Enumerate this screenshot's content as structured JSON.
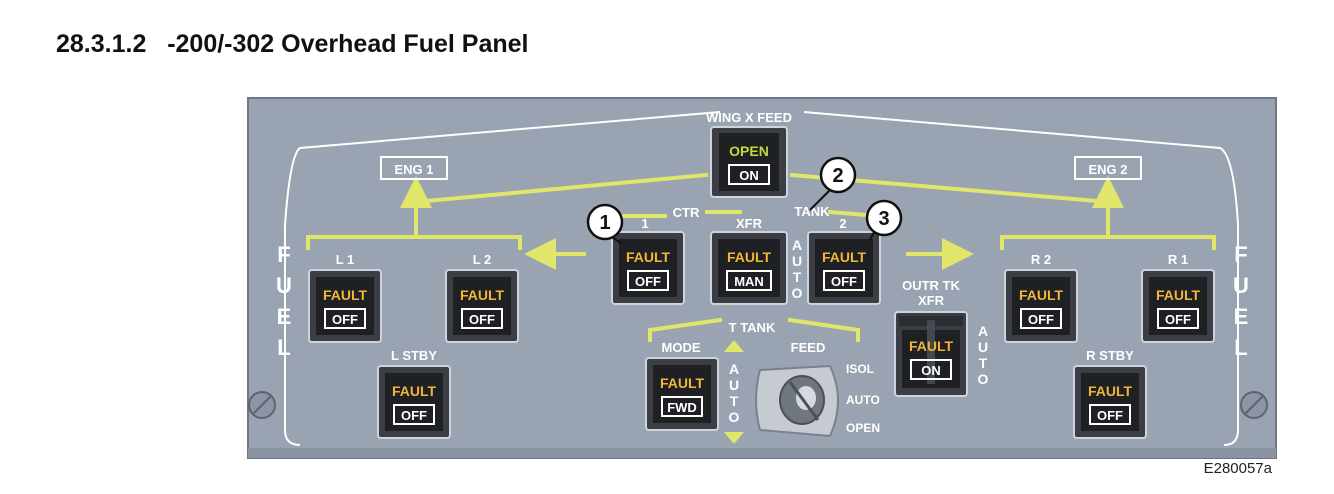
{
  "heading": "28.3.1.2   -200/-302 Overhead Fuel Panel",
  "figure_ref": "E280057a",
  "colors": {
    "panel": "#9aa3b2",
    "panel_edge": "#7d8594",
    "line": "#ffffff",
    "flow": "#dfe66a",
    "fault": "#f2b637",
    "open": "#c9d63c",
    "button_bezel": "#3b3f45",
    "button_face": "#1e2024"
  },
  "fuel_left": [
    "F",
    "U",
    "E",
    "L"
  ],
  "fuel_right": [
    "F",
    "U",
    "E",
    "L"
  ],
  "auto_letters": [
    "A",
    "U",
    "T",
    "O"
  ],
  "eng1_label": "ENG 1",
  "eng2_label": "ENG 2",
  "wing_x_feed": {
    "title": "WING X FEED",
    "upper": "OPEN",
    "lower": "ON"
  },
  "ctr": "CTR",
  "tank": "TANK",
  "xfr": "XFR",
  "ctr_1": "1",
  "ctr_2": "2",
  "callouts": [
    "1",
    "2",
    "3"
  ],
  "pumps": {
    "l1": {
      "title": "L 1",
      "upper": "FAULT",
      "lower": "OFF"
    },
    "l2": {
      "title": "L 2",
      "upper": "FAULT",
      "lower": "OFF"
    },
    "lstby": {
      "title": "L STBY",
      "upper": "FAULT",
      "lower": "OFF"
    },
    "ctr1": {
      "upper": "FAULT",
      "lower": "OFF"
    },
    "xfr": {
      "upper": "FAULT",
      "lower": "MAN"
    },
    "ctr2": {
      "upper": "FAULT",
      "lower": "OFF"
    },
    "r2": {
      "title": "R 2",
      "upper": "FAULT",
      "lower": "OFF"
    },
    "r1": {
      "title": "R 1",
      "upper": "FAULT",
      "lower": "OFF"
    },
    "rstby": {
      "title": "R STBY",
      "upper": "FAULT",
      "lower": "OFF"
    }
  },
  "outr_tk": {
    "title_line1": "OUTR TK",
    "title_line2": "XFR",
    "upper": "FAULT",
    "lower": "ON"
  },
  "t_tank": {
    "title": "T TANK",
    "mode": "MODE",
    "feed": "FEED",
    "upper": "FAULT",
    "lower": "FWD"
  },
  "feed_positions": [
    "ISOL",
    "AUTO",
    "OPEN"
  ]
}
